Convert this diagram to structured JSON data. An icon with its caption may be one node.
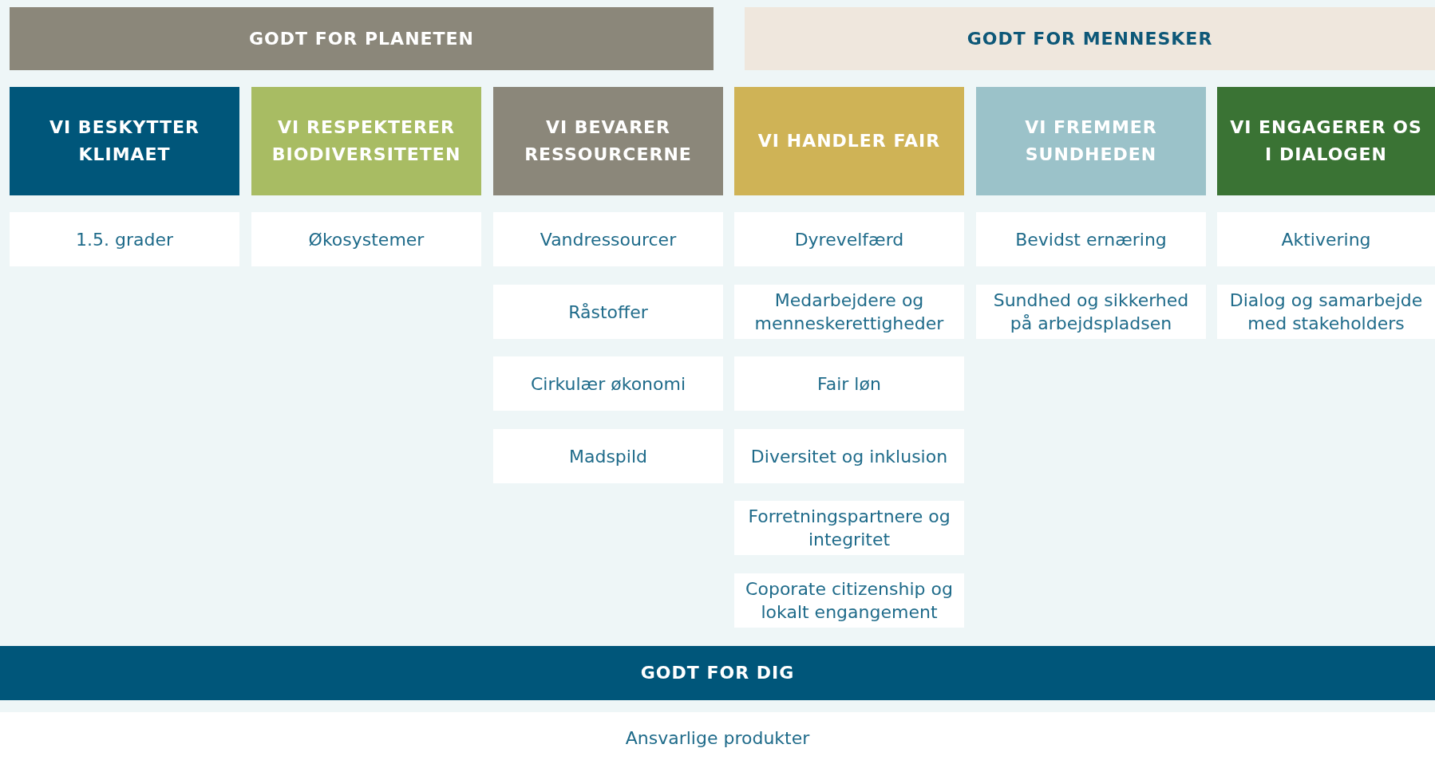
{
  "diagram": {
    "nodes": [
      {
        "text": [
          "GODT FOR PLANETEN"
        ]
      },
      {
        "text": [
          "GODT FOR MENNESKER"
        ]
      },
      {
        "text": [
          "VI BESKYTTER KLIMAET"
        ]
      },
      {
        "text": [
          "VI RESPEKTERER BIODIVERSITETEN"
        ]
      },
      {
        "text": [
          "VI BEVARER RESSOURCERNE"
        ]
      },
      {
        "text": [
          "VI HANDLER FAIR"
        ]
      },
      {
        "text": [
          "VI FREMMER SUNDHEDEN"
        ]
      },
      {
        "text": [
          "VI ENGAGERER OS I DIALOGEN"
        ]
      },
      {
        "text": [
          "1.5. grader"
        ]
      },
      {
        "text": [
          "Økosystemer"
        ]
      },
      {
        "text": [
          "Vandressourcer"
        ]
      },
      {
        "text": [
          "Råstoffer"
        ]
      },
      {
        "text": [
          "Cirkulær økonomi"
        ]
      },
      {
        "text": [
          "Madspild"
        ]
      },
      {
        "text": [
          "Dyrevelfærd"
        ]
      },
      {
        "text": [
          "Medarbejdere og menneskerettigheder"
        ]
      },
      {
        "text": [
          "Fair løn"
        ]
      },
      {
        "text": [
          "Diversitet og inklusion"
        ]
      },
      {
        "text": [
          "Forretningspartnere og integritet"
        ]
      },
      {
        "text": [
          "Coporate citizenship og lokalt engangement"
        ]
      },
      {
        "text": [
          "Bevidst ernæring"
        ]
      },
      {
        "text": [
          "Sundhed og sikkerhed på arbejdspladsen"
        ]
      },
      {
        "text": [
          "Aktivering"
        ]
      },
      {
        "text": [
          "Dialog og samarbejde med stakeholders"
        ]
      },
      {
        "text": [
          "GODT FOR DIG"
        ]
      },
      {
        "text": [
          "Ansvarlige produkter"
        ]
      }
    ]
  }
}
